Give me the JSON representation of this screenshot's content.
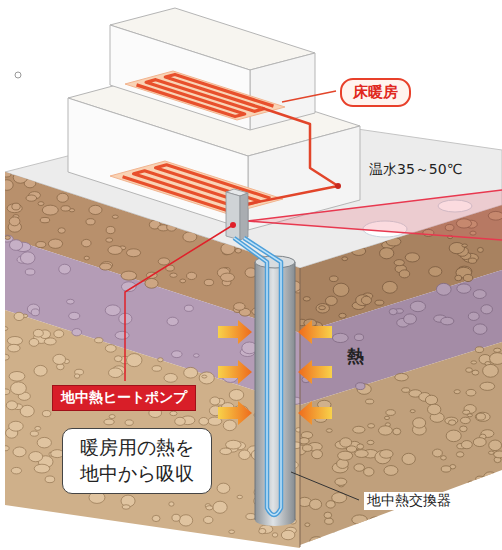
{
  "diagram": {
    "nodes": [
      {
        "text": [
          "床暖房"
        ]
      },
      {
        "text": [
          "地中熱ヒートポンプ"
        ]
      },
      {
        "text": [
          "暖房用の熱を 地中から吸収"
        ]
      }
    ],
    "labels": [
      "温水35～50℃",
      "熱",
      "地中熱交換器"
    ]
  }
}
